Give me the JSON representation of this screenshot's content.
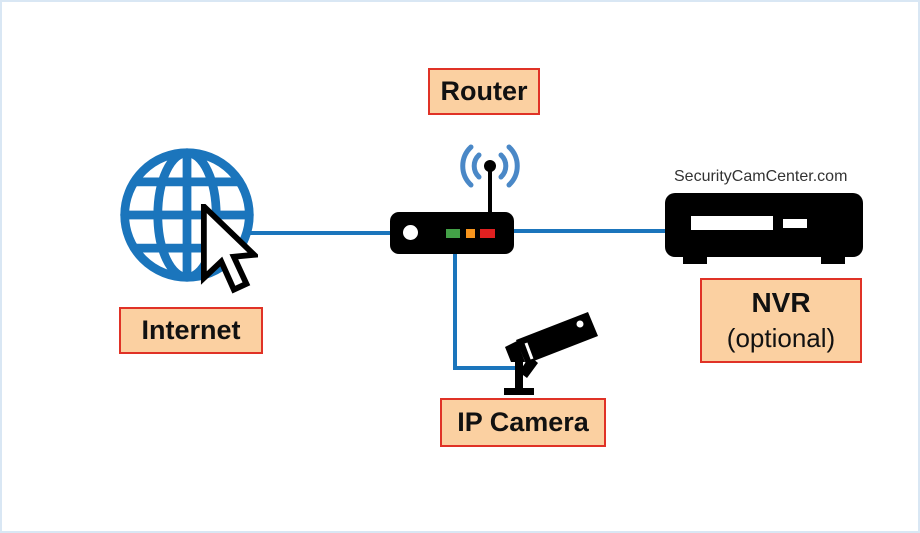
{
  "diagram": {
    "watermark": "SecurityCamCenter.com",
    "nodes": {
      "internet": {
        "label": "Internet"
      },
      "router": {
        "label": "Router"
      },
      "ip_camera": {
        "label": "IP Camera"
      },
      "nvr": {
        "label": "NVR",
        "sublabel": "(optional)"
      }
    },
    "connections": [
      {
        "from": "internet",
        "to": "router"
      },
      {
        "from": "router",
        "to": "nvr"
      },
      {
        "from": "router",
        "to": "ip_camera"
      }
    ],
    "colors": {
      "line": "#1b75bc",
      "globe": "#1b75bc",
      "wifi": "#4a88c7",
      "label_bg": "#fbd0a1",
      "label_border": "#e03226",
      "led_green": "#43a047",
      "led_orange": "#f7941d",
      "led_red": "#e02020"
    }
  }
}
